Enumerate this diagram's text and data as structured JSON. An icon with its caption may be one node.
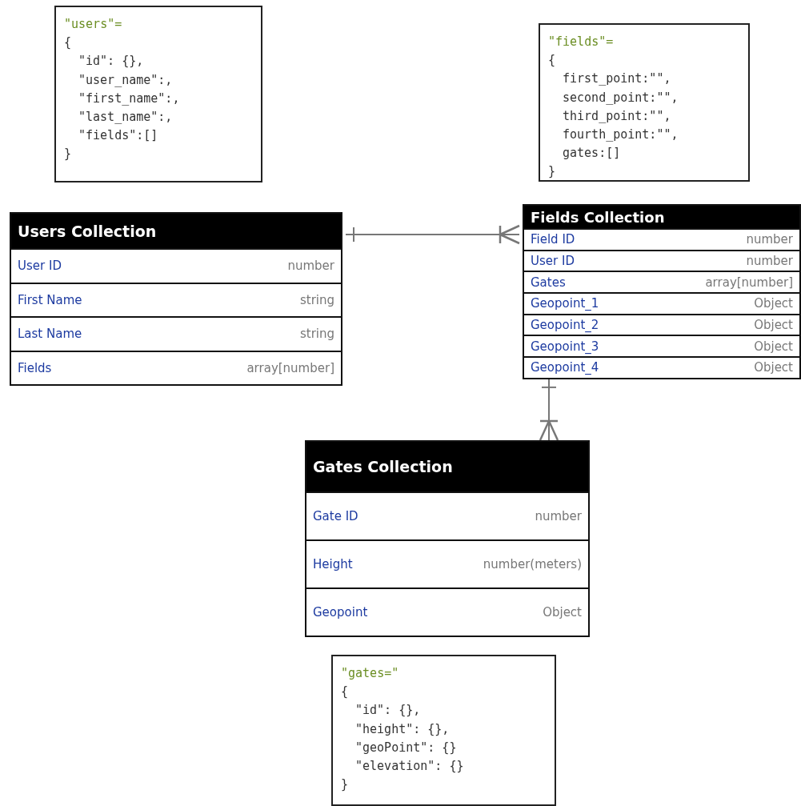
{
  "diagram": {
    "nodes": [
      {
        "text": [
          "\"users\"=",
          "{",
          "\"id\": {},",
          "\"user_name\":,",
          "\"first_name\":,",
          "\"last_name\":,",
          "\"fields\":[]",
          "}"
        ]
      },
      {
        "text": [
          "\"fields\"=",
          "{",
          "first_point:\"\",",
          "second_point:\"\",",
          "third_point:\"\",",
          "fourth_point:\"\",",
          "gates:[]",
          "}"
        ]
      },
      {
        "text": [
          "Users Collection",
          "User ID",
          "number",
          "First Name",
          "string",
          "Last Name",
          "string",
          "Fields",
          "array[number]"
        ]
      },
      {
        "text": [
          "Fields Collection",
          "Field ID",
          "number",
          "User ID",
          "number",
          "Gates",
          "array[number]",
          "Geopoint_1",
          "Object",
          "Geopoint_2",
          "Object",
          "Geopoint_3",
          "Object",
          "Geopoint_4",
          "Object"
        ]
      },
      {
        "text": [
          "Gates Collection",
          "Gate ID",
          "number",
          "Height",
          "number(meters)",
          "Geopoint",
          "Object"
        ]
      },
      {
        "text": [
          "\"gates=\"",
          "{",
          "\"id\": {},",
          "\"height\": {},",
          "\"geoPoint\": {}",
          "\"elevation\": {}",
          "}"
        ]
      }
    ],
    "edges": [
      {
        "from": 2,
        "to": 3,
        "arrow": "other"
      },
      {
        "from": 3,
        "to": 4,
        "arrow": "other"
      }
    ]
  }
}
